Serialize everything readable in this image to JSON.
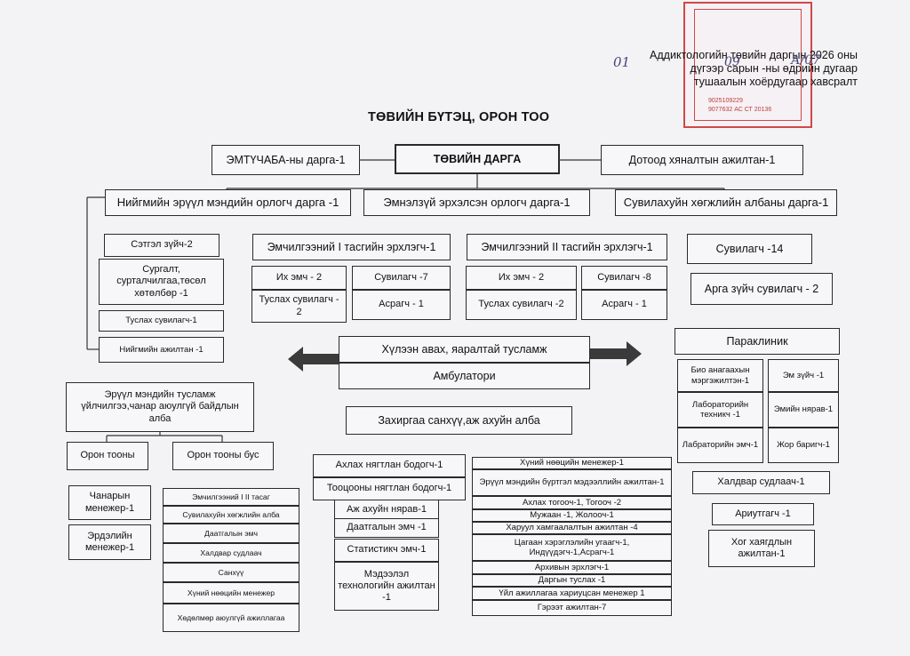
{
  "header": {
    "line1": "Аддиктологийн төвийн даргын 2026 оны",
    "line2": "дүгээр сарын     -ны өдрийн     дугаар",
    "line3": "тушаалын хоёрдугаар хавсралт"
  },
  "handwritten": {
    "month": "01",
    "day": "09",
    "order": "А/07"
  },
  "stamp": {
    "line1": "9025109229",
    "line2": "9077632 АС СТ 20136"
  },
  "title": "ТӨВИЙН БҮТЭЦ, ОРОН ТОО",
  "top": {
    "left": "ЭМТҮЧАБА-ны дарга-1",
    "center": "ТӨВИЙН ДАРГА",
    "right": "Дотоод хяналтын ажилтан-1"
  },
  "deputies": {
    "public_health": "Нийгмийн эрүүл мэндийн орлогч дарга -1",
    "clinical": "Эмнэлзүй эрхэлсэн орлогч дарга-1",
    "rehab": "Сувилахуйн хөгжлийн албаны дарга-1"
  },
  "public_health_units": {
    "psychologist": "Сэтгэл зүйч-2",
    "training": "Сургалт, сурталчилгаа,төсөл хөтөлбөр -1",
    "assistant_nurse": "Туслах сувилагч-1",
    "social_worker": "Нийгмийн ажилтан -1"
  },
  "ward1": {
    "head": "Эмчилгээний I тасгийн эрхлэгч-1",
    "doctor": "Их эмч - 2",
    "nurse": "Сувилагч -7",
    "assistant": "Туслах сувилагч - 2",
    "carer": "Асрагч - 1"
  },
  "ward2": {
    "head": "Эмчилгээний II тасгийн эрхлэгч-1",
    "doctor": "Их эмч - 2",
    "nurse": "Сувилагч -8",
    "assistant": "Туслах сувилагч -2",
    "carer": "Асрагч - 1"
  },
  "rehab_units": {
    "nurse": "Сувилагч -14",
    "method_nurse": "Арга зүйч сувилагч - 2"
  },
  "center": {
    "emergency": "Хүлээн авах, яаралтай тусламж",
    "ambulatory": "Амбулатори"
  },
  "paraclinic": {
    "title": "Параклиник",
    "bio_analyst": "Био анагаахын мэргэжилтэн-1",
    "lab_tech": "Лабораторийн техникч -1",
    "lab_doctor": "Лабраторийн эмч-1",
    "pharmacist": "Эм зүйч -1",
    "drug_keeper": "Эмийн нярав-1",
    "tube_handler": "Жор баригч-1"
  },
  "infection": {
    "researcher": "Халдвар судлаач-1",
    "cleaner": "Ариутгагч -1",
    "waste_worker": "Хог хаягдлын ажилтан-1"
  },
  "quality_dept": {
    "title": "Эрүүл мэндийн тусламж үйлчилгээ,чанар аюулгүй байдлын алба",
    "staffed": "Орон тооны",
    "nonstaffed": "Орон тооны бус",
    "quality_manager": "Чанарын менежер-1",
    "ergonomics_manager": "Эрдэлийн менежер-1",
    "nonstaffed_items": [
      "Эмчилгээний I II тасаг",
      "Сувилахуйн хөгжлийн алба",
      "Даатгалын эмч",
      "Халдвар судлаач",
      "Санхүү",
      "Хүний нөөцийн менежер",
      "Хөдөлмөр аюулгүй ажиллагаа"
    ]
  },
  "admin": {
    "title": "Захиргаа санхүү,аж ахуйн алба",
    "chief_accountant": "Ахлах нягтлан бодогч-1",
    "accountant": "Тооцооны нягтлан бодогч-1",
    "storekeeper": "Аж ахуйн нярав-1",
    "insurance_doctor": "Даатгалын эмч -1",
    "statistician": "Статистикч эмч-1",
    "it": "Мэдээлэл технологийн ажилтан -1",
    "right_items": [
      "Хүний нөөцийн менежер-1",
      "Эрүүл мэндийн бүртгэл мэдээллийн ажилтан-1",
      "Ахлах тогооч-1, Тогооч -2",
      "Мужаан -1, Жолооч-1",
      "Харуул хамгаалалтын ажилтан -4",
      "Цагаан хэрэглэлийн угаагч-1, Индүүдэгч-1,Асрагч-1",
      "Архивын эрхлэгч-1",
      "Даргын туслах  -1",
      "Үйл ажиллагаа хариуцсан менежер 1",
      "Гэрээт ажилтан-7"
    ]
  }
}
